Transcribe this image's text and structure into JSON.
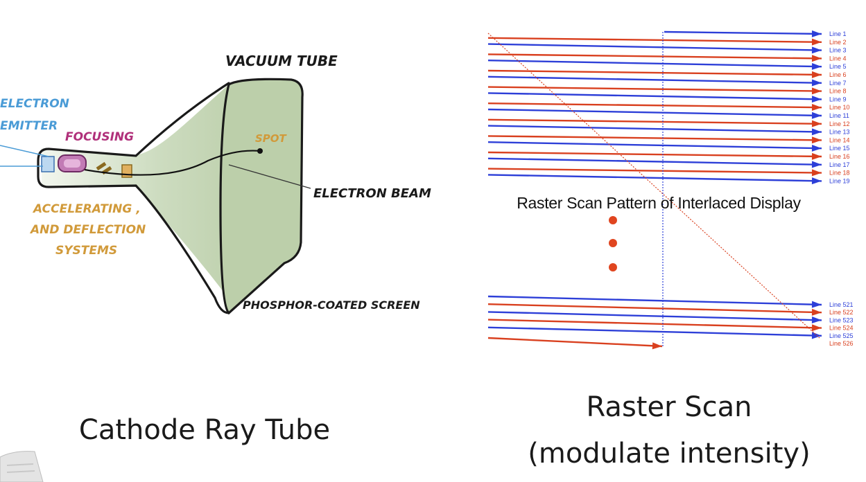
{
  "crt": {
    "labels": {
      "vacuum_tube": "VACUUM TUBE",
      "electron_emitter_1": "ELECTRON",
      "electron_emitter_2": "EMITTER",
      "focusing": "FOCUSING",
      "spot": "SPOT",
      "electron_beam": "ELECTRON BEAM",
      "accelerating_1": "ACCELERATING ,",
      "accelerating_2": "AND DEFLECTION",
      "accelerating_3": "SYSTEMS",
      "phosphor_screen": "PHOSPHOR-COATED SCREEN"
    },
    "caption": "Cathode Ray Tube"
  },
  "raster": {
    "title": "Raster Scan Pattern of Interlaced Display",
    "top_lines": [
      "Line 1",
      "Line 2",
      "Line 3",
      "Line 4",
      "Line 5",
      "Line 6",
      "Line 7",
      "Line 8",
      "Line 9",
      "Line 10",
      "Line 11",
      "Line 12",
      "Line 13",
      "Line 14",
      "Line 15",
      "Line 16",
      "Line 17",
      "Line 18",
      "Line 19"
    ],
    "bottom_lines": [
      "Line 521",
      "Line 522",
      "Line 523",
      "Line 524",
      "Line 525",
      "Line 526"
    ],
    "caption_line1": "Raster Scan",
    "caption_line2": "(modulate intensity)"
  },
  "colors": {
    "odd_line": "#2d3fd8",
    "even_line": "#d9401f",
    "dots": "#e0451f",
    "tube_fill": "#c4d5b4",
    "emitter_label": "#4a9bd6",
    "focusing_label": "#b0307a",
    "accel_label": "#d19a3a"
  }
}
